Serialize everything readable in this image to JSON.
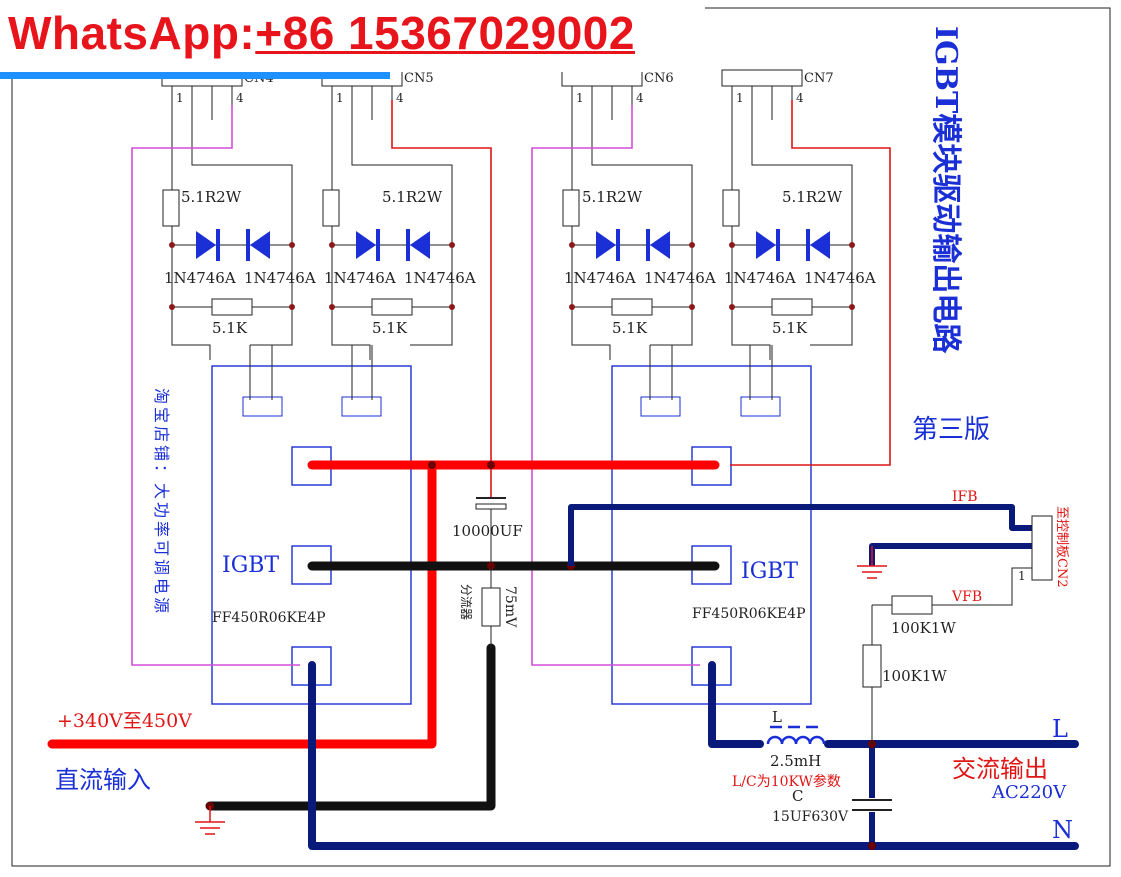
{
  "banner": {
    "prefix": "WhatsApp:",
    "number": "+86 15367029002"
  },
  "title": "IGBT模块驱动输出电路",
  "edition": "第三版",
  "connectors": [
    "CN4",
    "CN5",
    "CN6",
    "CN7"
  ],
  "pin_first": "1",
  "pin_last": "4",
  "gate_resistor": "5.1R2W",
  "zener": "1N4746A",
  "bleed_resistor": "5.1K",
  "module_label": "IGBT",
  "module_model": "FF450R06KE4P",
  "capacitor": "10000UF",
  "shunt": "分流器",
  "shunt_value": "75mV",
  "vertical_note": "淘宝店铺：大功率可调电源",
  "dc_voltage": "+340V至450V",
  "dc_input": "直流输入",
  "ifb": "IFB",
  "vfb": "VFB",
  "control_board": "至控制板CN2",
  "control_pin": "1",
  "fb_resistor": "100K1W",
  "inductor_ref": "L",
  "inductor_value": "2.5mH",
  "lc_note": "L/C为10KW参数",
  "cap_ref": "C",
  "cap_value": "15UF630V",
  "line_L": "L",
  "line_N": "N",
  "ac_output": "交流输出",
  "ac_voltage": "AC220V",
  "colors": {
    "blue": "#1a2fd6",
    "red": "#ff0000",
    "navy": "#0a1a7a",
    "magenta": "#d24fd8",
    "dark": "#111111"
  }
}
